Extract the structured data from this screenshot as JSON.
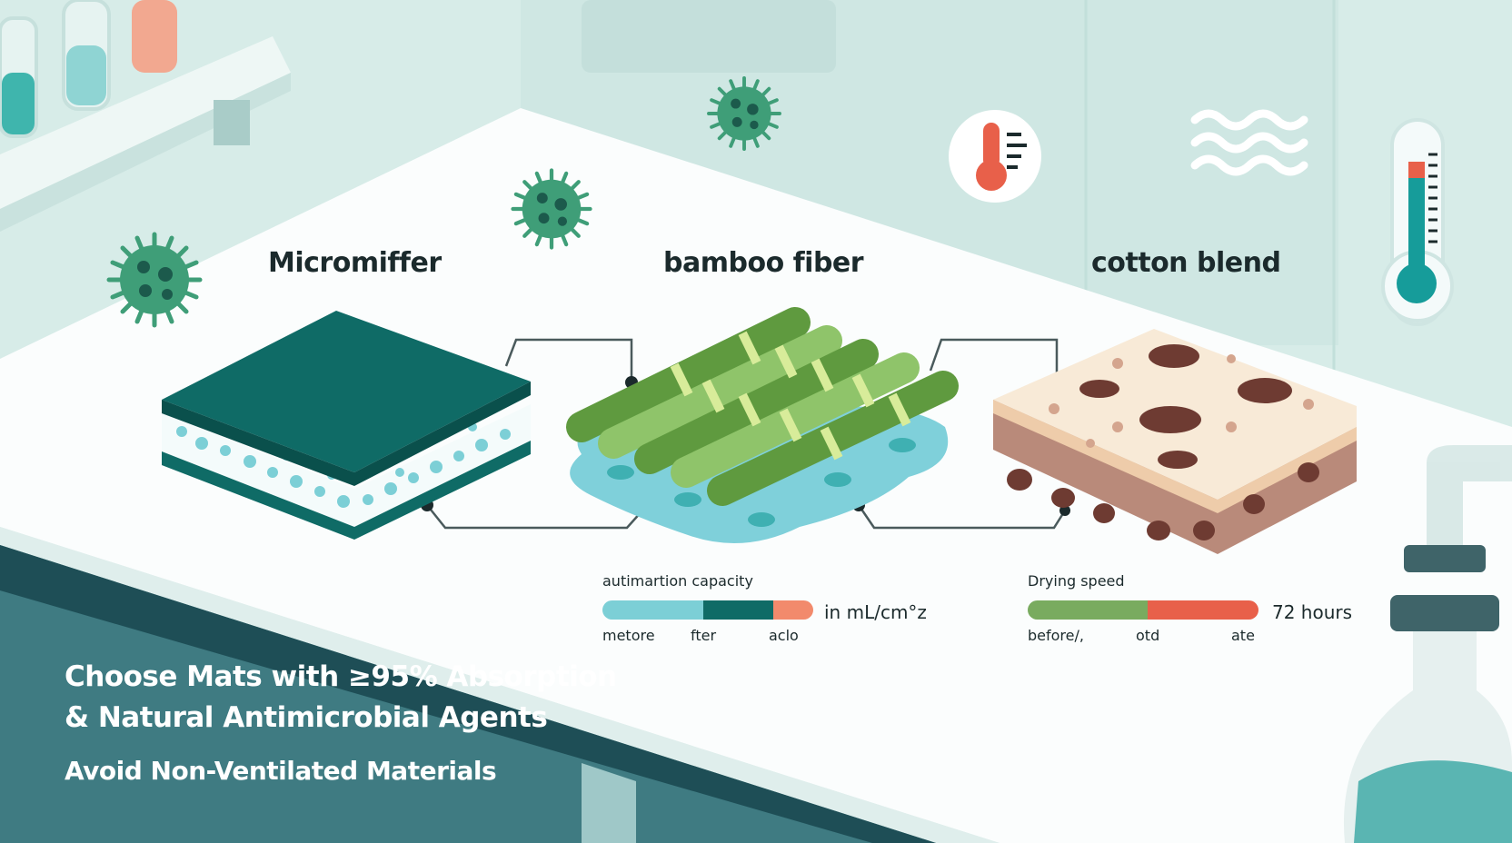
{
  "materials": [
    {
      "title": "Micromiffer"
    },
    {
      "title": "bamboo fiber"
    },
    {
      "title": "cotton blend"
    }
  ],
  "absorption": {
    "label": "autimartion capacity",
    "unit": "in mL/cm°z",
    "scale_labels": [
      "metore",
      "fter",
      "aclo"
    ],
    "segments": [
      {
        "color": "#7ccfd6",
        "share": 0.48
      },
      {
        "color": "#0f6b66",
        "share": 0.33
      },
      {
        "color": "#f28a6c",
        "share": 0.19
      }
    ]
  },
  "drying": {
    "label": "Drying speed",
    "value": "72 hours",
    "scale_labels": [
      "before/,",
      "otd",
      "ate"
    ],
    "segments": [
      {
        "color": "#79ab5f",
        "share": 0.52
      },
      {
        "color": "#e8604a",
        "share": 0.48
      }
    ]
  },
  "headline": {
    "line1": "Choose Mats with ≥95% Absorption",
    "line2": "& Natural Antimicrobial Agents",
    "line3": "Avoid Non-Ventilated Materials"
  },
  "icons": [
    "virus-icon",
    "thermometer-icon",
    "airflow-waves-icon",
    "thermometer-gauge-icon",
    "test-tubes",
    "flask"
  ],
  "colors": {
    "accent": "#0f6b66",
    "virus": "#3f9e78",
    "background": "#d7ece8"
  }
}
